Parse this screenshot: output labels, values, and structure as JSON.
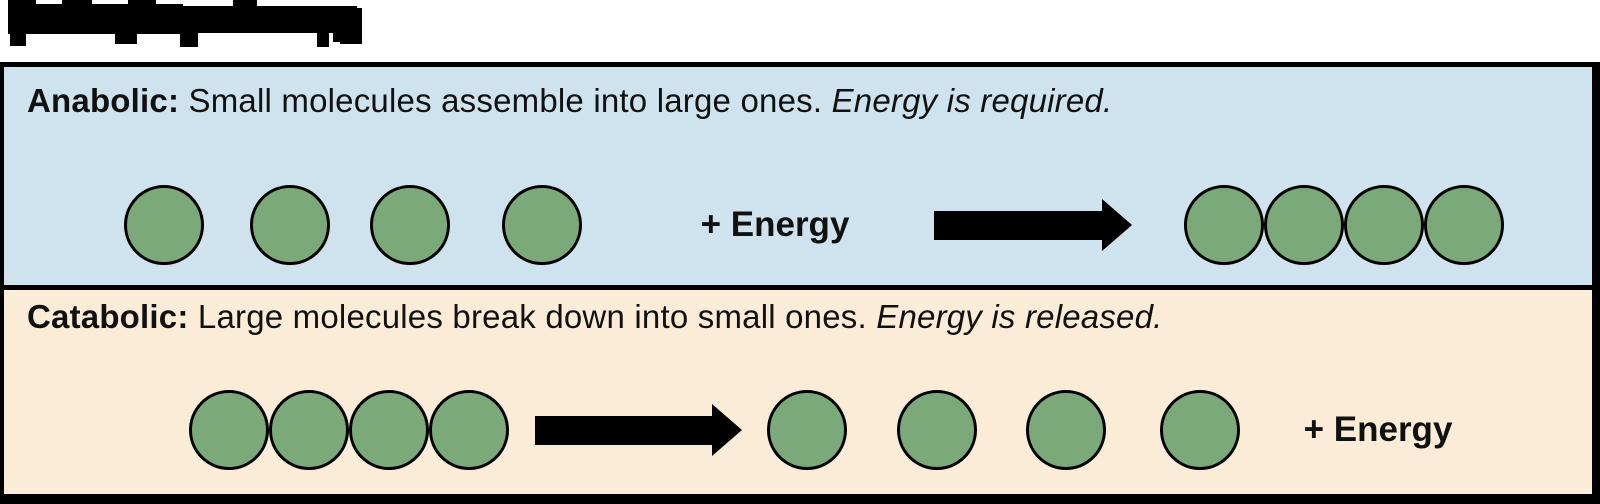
{
  "title": {
    "note": "pixelated, illegible (redacted) black title text"
  },
  "anabolic": {
    "term": "Anabolic:",
    "text": "Small molecules assemble into large ones.",
    "emphasis": "Energy is required.",
    "energy": "+ Energy",
    "left_group": "4 separate molecules",
    "right_group": "4 joined molecules"
  },
  "catabolic": {
    "term": "Catabolic:",
    "text": "Large molecules break down into small ones.",
    "emphasis": "Energy is released.",
    "energy": "+ Energy",
    "left_group": "4 joined molecules",
    "right_group": "4 separate molecules"
  },
  "colors": {
    "anabolic_bg": "#cee3ed",
    "catabolic_bg": "#fbecd8",
    "molecule_fill": "#7ba97a",
    "frame": "#000000"
  }
}
